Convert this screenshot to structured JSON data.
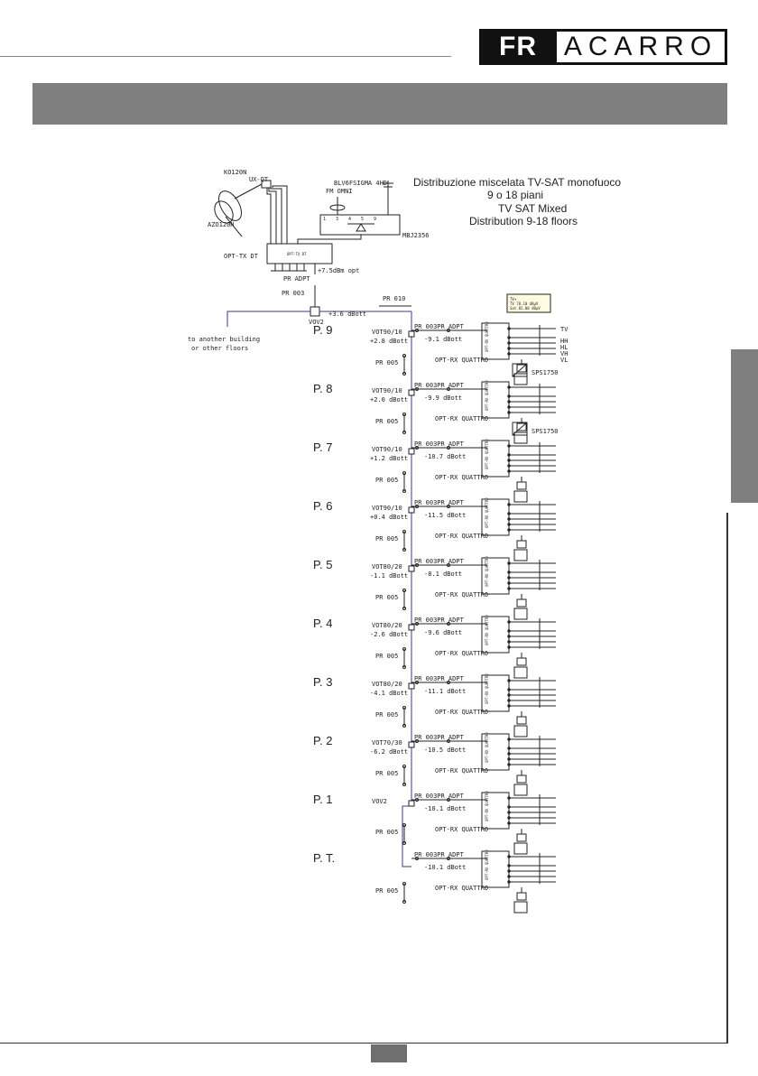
{
  "brand": {
    "logo_fr": "FR",
    "logo_rest": "ACARRO"
  },
  "title": {
    "it_line1": "Distribuzione miscelata TV-SAT monofuoco",
    "it_line2": "9 o 18 piani",
    "en_line1": "TV SAT Mixed",
    "en_line2": "Distribution 9-18 floors"
  },
  "head": {
    "dish_east": "KO120N",
    "dish_west": "AZO120N",
    "lnb": "UX-QT",
    "antenna_fm": "FM OMNI",
    "antenna_uhf": "BLV6FSIGMA 4HD",
    "mixer": "MBJ2356",
    "mixer_ports": [
      "1",
      "3",
      "4",
      "5",
      "9"
    ],
    "tx": "OPT-TX DT",
    "tx_box": "OPT-TX DT",
    "tx_adapter": "PR ADPT",
    "tx_level": "+7.5dBm opt",
    "cable_main": "PR 003",
    "splitter": "VOV2",
    "splitter_level": "+3.6 dBott",
    "cable_branch": "PR 010",
    "to_other_line1": "to another building",
    "to_other_line2": "or other floors"
  },
  "legend": {
    "title": "TV+",
    "tv_level": "TV 78.10 dBµV",
    "sat_level": "Sat 82.00 dBµV"
  },
  "outputs": [
    "TV",
    "HH",
    "HL",
    "VH",
    "VL"
  ],
  "rx": {
    "box": "OPT-RX QUATTRO",
    "label": "OPT-RX QUATTRO",
    "cables": "PR 003PR ADPT",
    "riser": "PR 005",
    "multiswitch": "SPS1750"
  },
  "floors": [
    {
      "name": "P. 9",
      "coupler": "VOT90/10",
      "coupler_level": "+2.8 dBott",
      "rx_level": "-9.1 dBott"
    },
    {
      "name": "P. 8",
      "coupler": "VOT90/10",
      "coupler_level": "+2.0 dBott",
      "rx_level": "-9.9 dBott"
    },
    {
      "name": "P. 7",
      "coupler": "VOT90/10",
      "coupler_level": "+1.2 dBott",
      "rx_level": "-10.7 dBott"
    },
    {
      "name": "P. 6",
      "coupler": "VOT90/10",
      "coupler_level": "+0.4 dBott",
      "rx_level": "-11.5 dBott"
    },
    {
      "name": "P. 5",
      "coupler": "VOT80/20",
      "coupler_level": "-1.1 dBott",
      "rx_level": "-8.1 dBott"
    },
    {
      "name": "P. 4",
      "coupler": "VOT80/20",
      "coupler_level": "-2.6 dBott",
      "rx_level": "-9.6 dBott"
    },
    {
      "name": "P. 3",
      "coupler": "VOT80/20",
      "coupler_level": "-4.1 dBott",
      "rx_level": "-11.1 dBott"
    },
    {
      "name": "P. 2",
      "coupler": "VOT70/30",
      "coupler_level": "-6.2 dBott",
      "rx_level": "-10.5 dBott"
    },
    {
      "name": "P. 1",
      "coupler": "VOV2",
      "coupler_level": "",
      "rx_level": "-10.1 dBott"
    },
    {
      "name": "P. T.",
      "coupler": "",
      "coupler_level": "",
      "rx_level": "-10.1 dBott"
    }
  ],
  "colors": {
    "banner": "#7f7f7f",
    "line": "#3a3a8a",
    "ink": "#222222",
    "legend_bg": "#fffbe0"
  }
}
